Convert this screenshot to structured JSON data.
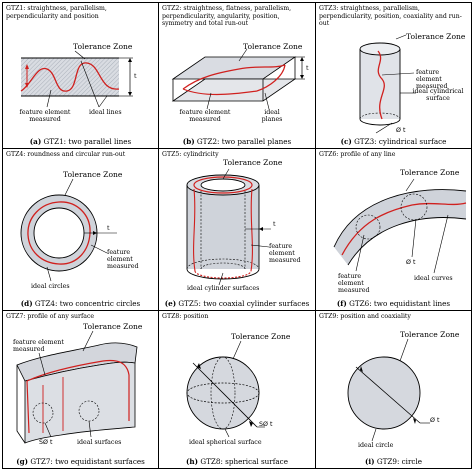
{
  "panels": [
    {
      "header": "GTZ1: straightness, parallelism, perpendicularity and position",
      "caption_letter": "(a)",
      "caption_text": "GTZ1: two parallel lines",
      "labels": [
        "Tolerance Zone",
        "t",
        "feature element measured",
        "ideal lines"
      ]
    },
    {
      "header": "GTZ2: straightness, flatness, parallelism, perpendicularity, angularity, position, symmetry and total run-out",
      "caption_letter": "(b)",
      "caption_text": "GTZ2: two parallel planes",
      "labels": [
        "Tolerance Zone",
        "t",
        "feature element measured",
        "ideal planes"
      ]
    },
    {
      "header": "GTZ3: straightness, parallelism, perpendicularity, position, coaxiality and run-out",
      "caption_letter": "(c)",
      "caption_text": "GTZ3: cylindrical surface",
      "labels": [
        "Tolerance Zone",
        "feature element measured",
        "ideal cylindrical surface",
        "Ø t"
      ]
    },
    {
      "header": "GTZ4: roundness and circular run-out",
      "caption_letter": "(d)",
      "caption_text": "GTZ4: two concentric circles",
      "labels": [
        "Tolerance Zone",
        "t",
        "feature element measured",
        "ideal circles"
      ]
    },
    {
      "header": "GTZ5: cylindricity",
      "caption_letter": "(e)",
      "caption_text": "GTZ5: two coaxial cylinder surfaces",
      "labels": [
        "Tolerance Zone",
        "t",
        "feature element measured",
        "ideal cylinder surfaces"
      ]
    },
    {
      "header": "GTZ6: profile of any line",
      "caption_letter": "(f)",
      "caption_text": "GTZ6: two equidistant lines",
      "labels": [
        "Tolerance Zone",
        "feature element measured",
        "Ø t",
        "ideal curves"
      ]
    },
    {
      "header": "GTZ7: profile of any surface",
      "caption_letter": "(g)",
      "caption_text": "GTZ7: two equidistant surfaces",
      "labels": [
        "Tolerance Zone",
        "feature element measured",
        "SØ t",
        "ideal surfaces"
      ]
    },
    {
      "header": "GTZ8: position",
      "caption_letter": "(h)",
      "caption_text": "GTZ8: spherical surface",
      "labels": [
        "Tolerance Zone",
        "SØ t",
        "ideal spherical surface"
      ]
    },
    {
      "header": "GTZ9: position and coaxiality",
      "caption_letter": "(i)",
      "caption_text": "GTZ9: circle",
      "labels": [
        "Tolerance Zone",
        "Ø t",
        "ideal circle"
      ]
    }
  ],
  "colors": {
    "zone_fill": "#c8ccd4",
    "feature_line": "#d0201e",
    "outline": "#000000"
  }
}
